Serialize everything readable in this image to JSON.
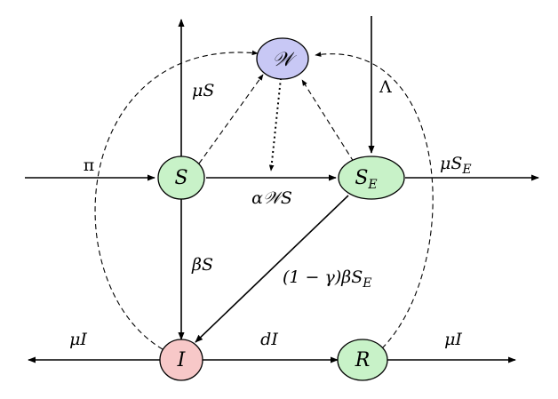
{
  "nodes": {
    "W": {
      "label": "𝒲",
      "fill": "#c8c8f5"
    },
    "S": {
      "label": "S",
      "fill": "#c8f2c8"
    },
    "SE": {
      "label": "S",
      "sub": "E",
      "fill": "#c8f2c8"
    },
    "I": {
      "label": "I",
      "fill": "#f7c8c8"
    },
    "R": {
      "label": "R",
      "fill": "#c8f2c8"
    }
  },
  "edges": {
    "pi": "π",
    "muS": "μS",
    "lambda": "Λ",
    "muSE": "μS",
    "muSE_sub": "E",
    "alphaWS": "α𝒲S",
    "betaS": "βS",
    "gammaBetaSE": "(1 − γ)βS",
    "gammaBetaSE_sub": "E",
    "muI_left": "μI",
    "dI": "dI",
    "muI_right": "μI"
  },
  "colors": {
    "stroke": "#000000"
  }
}
